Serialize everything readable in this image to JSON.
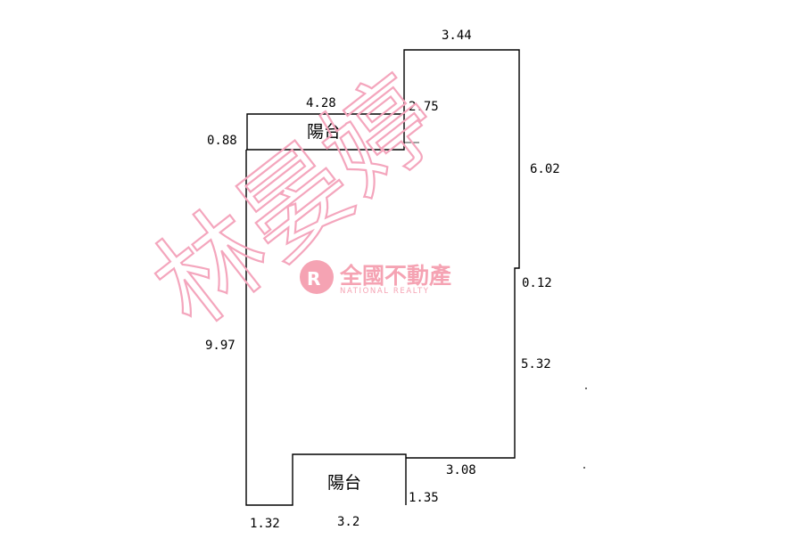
{
  "watermark": {
    "agent_name": "林晏婷",
    "color": "#f4a6bd"
  },
  "logo": {
    "name_cn": "全國不動產",
    "name_en": "NATIONAL REALTY",
    "color": "#f5a3b3"
  },
  "rooms": {
    "top_balcony": "陽台",
    "bottom_balcony": "陽台"
  },
  "dimensions": {
    "top_right_width": "3.44",
    "top_balcony_width": "4.28",
    "notch_height": "2.75",
    "top_balcony_depth": "0.88",
    "right_upper": "6.02",
    "right_step": "0.12",
    "right_lower": "5.32",
    "left_height": "9.97",
    "bottom_right_width": "3.08",
    "bottom_balcony_depth": "1.35",
    "bottom_left_width": "1.32",
    "bottom_balcony_width": "3.2"
  }
}
